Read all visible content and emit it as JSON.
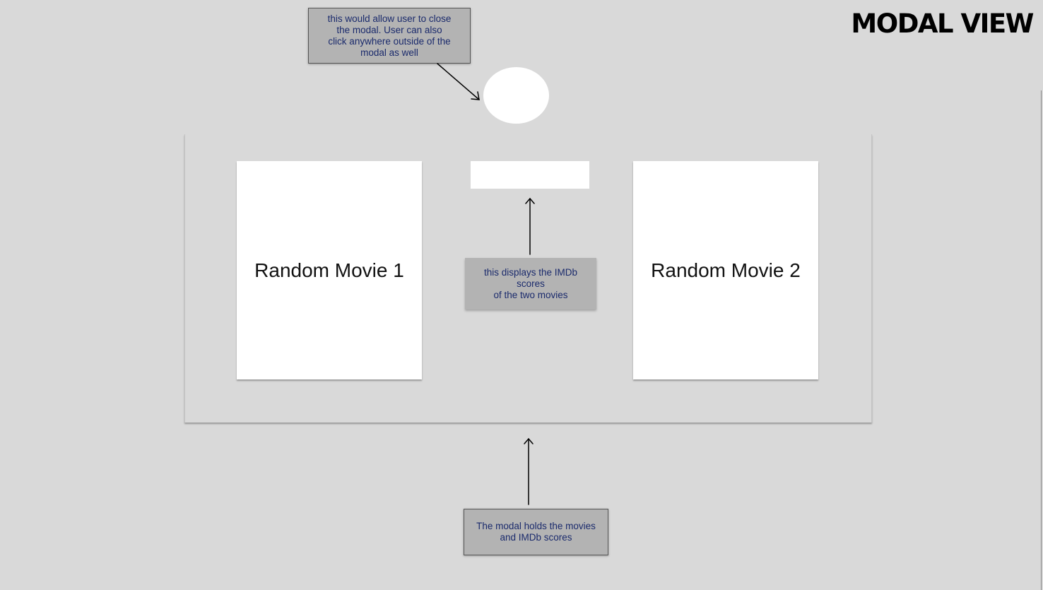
{
  "title": "MODAL VIEW",
  "notes": {
    "close": "this would allow user to close\nthe modal. User can also\nclick anywhere outside of the\nmodal as well",
    "scores": "this displays the IMDb\nscores\nof the two movies",
    "modal": "The modal holds the movies\nand IMDb scores"
  },
  "movies": [
    {
      "label": "Random Movie 1"
    },
    {
      "label": "Random Movie 2"
    }
  ],
  "colors": {
    "background": "#d9d9d9",
    "note_fill": "#b3b3b3",
    "note_text": "#1a2a6c",
    "card": "#ffffff"
  }
}
